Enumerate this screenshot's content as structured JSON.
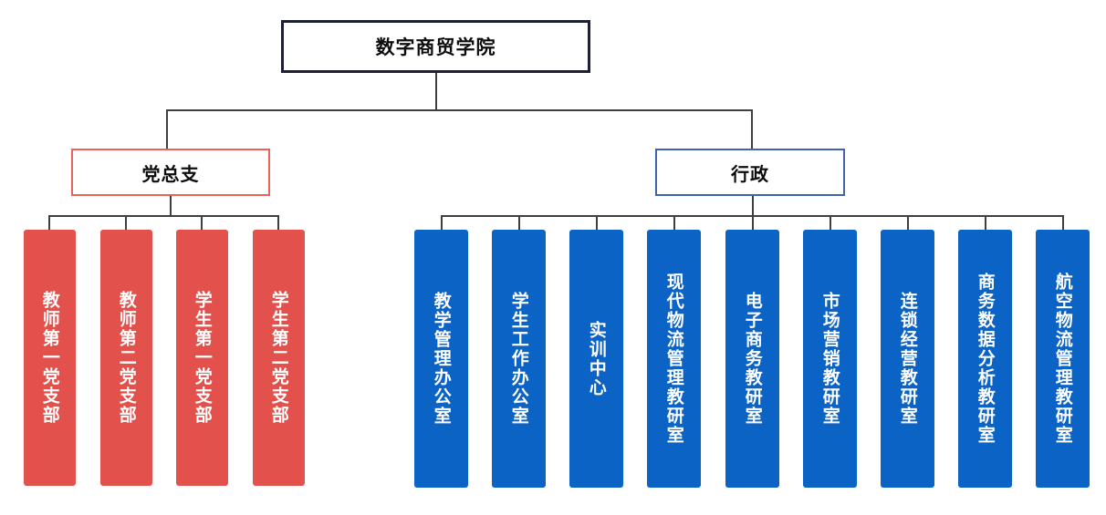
{
  "chart_data": {
    "type": "diagram",
    "subtype": "organization-chart",
    "title": "数字商贸学院",
    "orientation": "top-down",
    "levels": 3,
    "node_count": 16,
    "colors": {
      "root_border": "#1d1f33",
      "root_fill": "#ffffff",
      "party_border": "#e8615c",
      "admin_border": "#4163ad",
      "red_leaf_fill": "#e2514c",
      "blue_leaf_fill": "#0b63c5",
      "connector": "#3f3f3f",
      "leaf_text": "#ffffff",
      "node_text": "#0d0d0d",
      "background": "#ffffff"
    },
    "nodes": [
      {
        "id": "root",
        "label": "数字商贸学院",
        "level": 1,
        "parent": null,
        "style": "outline-dark"
      },
      {
        "id": "party",
        "label": "党总支",
        "level": 2,
        "parent": "root",
        "style": "outline-red"
      },
      {
        "id": "admin",
        "label": "行政",
        "level": 2,
        "parent": "root",
        "style": "outline-blue"
      },
      {
        "id": "party-1",
        "label": "教师第一党支部",
        "level": 3,
        "parent": "party",
        "style": "filled-red"
      },
      {
        "id": "party-2",
        "label": "教师第二党支部",
        "level": 3,
        "parent": "party",
        "style": "filled-red"
      },
      {
        "id": "party-3",
        "label": "学生第一党支部",
        "level": 3,
        "parent": "party",
        "style": "filled-red"
      },
      {
        "id": "party-4",
        "label": "学生第二党支部",
        "level": 3,
        "parent": "party",
        "style": "filled-red"
      },
      {
        "id": "admin-1",
        "label": "教学管理办公室",
        "level": 3,
        "parent": "admin",
        "style": "filled-blue"
      },
      {
        "id": "admin-2",
        "label": "学生工作办公室",
        "level": 3,
        "parent": "admin",
        "style": "filled-blue"
      },
      {
        "id": "admin-3",
        "label": "实训中心",
        "level": 3,
        "parent": "admin",
        "style": "filled-blue"
      },
      {
        "id": "admin-4",
        "label": "现代物流管理教研室",
        "level": 3,
        "parent": "admin",
        "style": "filled-blue"
      },
      {
        "id": "admin-5",
        "label": "电子商务教研室",
        "level": 3,
        "parent": "admin",
        "style": "filled-blue"
      },
      {
        "id": "admin-6",
        "label": "市场营销教研室",
        "level": 3,
        "parent": "admin",
        "style": "filled-blue"
      },
      {
        "id": "admin-7",
        "label": "连锁经营教研室",
        "level": 3,
        "parent": "admin",
        "style": "filled-blue"
      },
      {
        "id": "admin-8",
        "label": "商务数据分析教研室",
        "level": 3,
        "parent": "admin",
        "style": "filled-blue"
      },
      {
        "id": "admin-9",
        "label": "航空物流管理教研室",
        "level": 3,
        "parent": "admin",
        "style": "filled-blue"
      }
    ]
  },
  "root": {
    "label": "数字商贸学院"
  },
  "branches": {
    "party": {
      "label": "党总支",
      "children": [
        {
          "label": "教师第一党支部"
        },
        {
          "label": "教师第二党支部"
        },
        {
          "label": "学生第一党支部"
        },
        {
          "label": "学生第二党支部"
        }
      ]
    },
    "admin": {
      "label": "行政",
      "children": [
        {
          "label": "教学管理办公室"
        },
        {
          "label": "学生工作办公室"
        },
        {
          "label": "实训中心"
        },
        {
          "label": "现代物流管理教研室"
        },
        {
          "label": "电子商务教研室"
        },
        {
          "label": "市场营销教研室"
        },
        {
          "label": "连锁经营教研室"
        },
        {
          "label": "商务数据分析教研室"
        },
        {
          "label": "航空物流管理教研室"
        }
      ]
    }
  }
}
